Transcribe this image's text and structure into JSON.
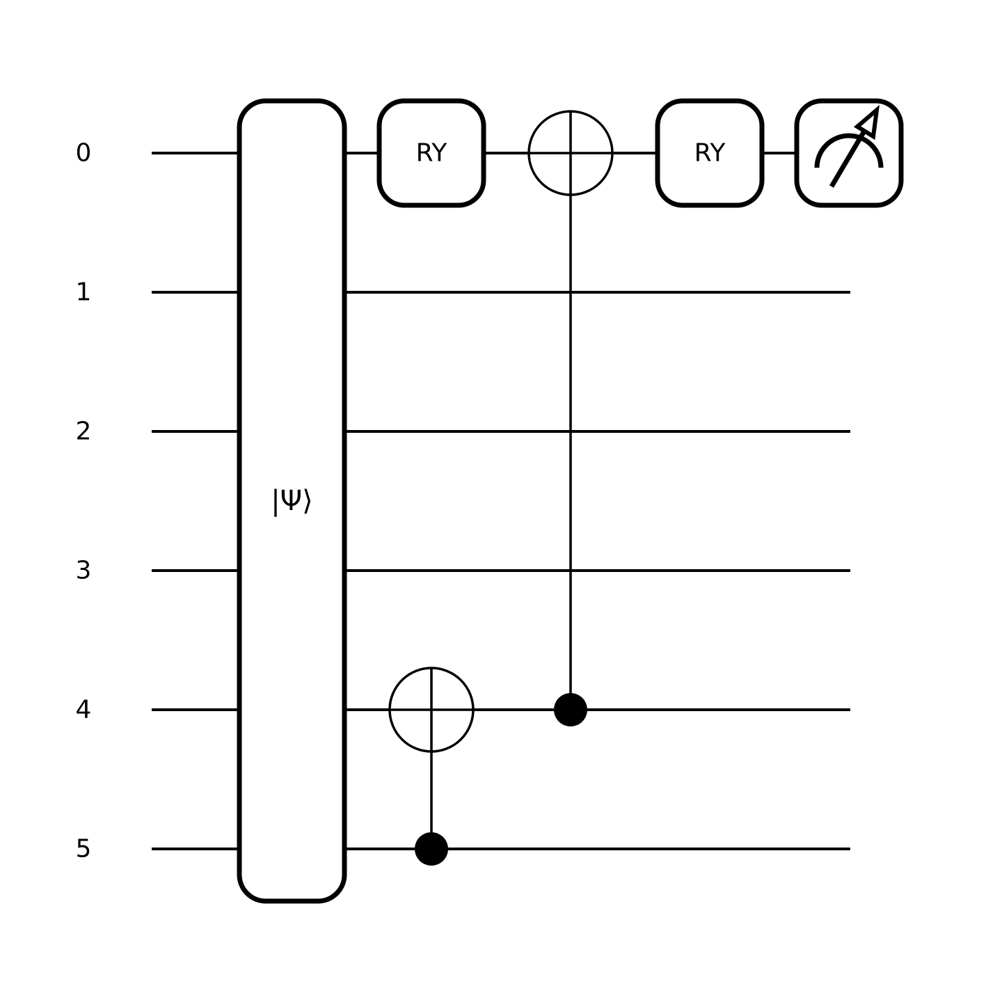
{
  "wire_labels": [
    "0",
    "1",
    "2",
    "3",
    "4",
    "5"
  ],
  "state_prep": {
    "label": "|Ψ⟩",
    "wires": [
      0,
      1,
      2,
      3,
      4,
      5
    ]
  },
  "gates": [
    {
      "kind": "box",
      "label": "RY",
      "wire": 0,
      "column": 1
    },
    {
      "kind": "cnot",
      "control": 5,
      "target": 4,
      "column": 1
    },
    {
      "kind": "cnot",
      "control": 4,
      "target": 0,
      "column": 2
    },
    {
      "kind": "box",
      "label": "RY",
      "wire": 0,
      "column": 3
    },
    {
      "kind": "measure",
      "wire": 0,
      "column": 4
    }
  ],
  "colors": {
    "line": "#000000",
    "background": "#ffffff"
  }
}
